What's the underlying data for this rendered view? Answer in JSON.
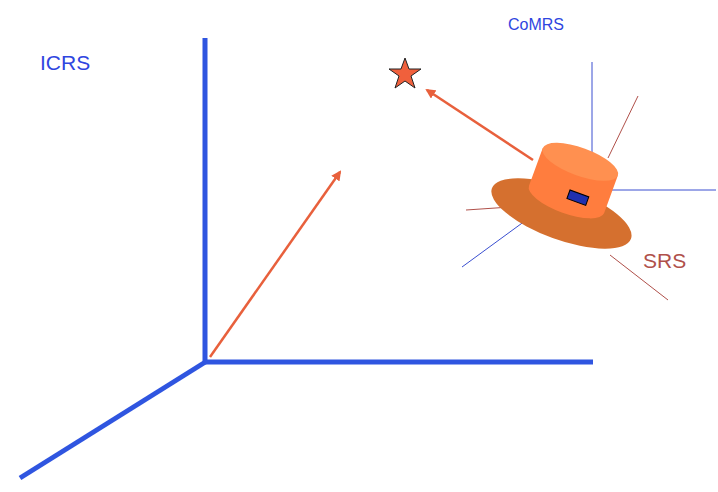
{
  "diagram": {
    "labels": [
      "ICRS",
      "CoMRS",
      "SRS"
    ]
  }
}
